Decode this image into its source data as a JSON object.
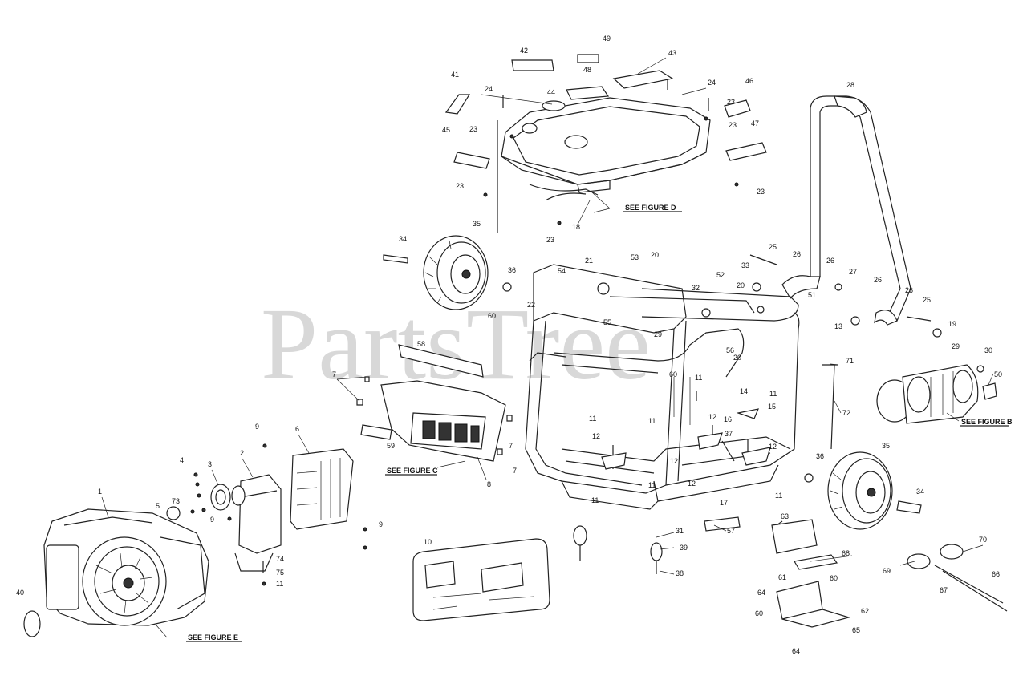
{
  "watermark": "PartsTree",
  "references": {
    "fig_b": "SEE FIGURE B",
    "fig_c": "SEE FIGURE C",
    "fig_d": "SEE FIGURE D",
    "fig_e": "SEE FIGURE E"
  },
  "callouts": [
    "1",
    "2",
    "3",
    "4",
    "5",
    "6",
    "7",
    "7",
    "7",
    "8",
    "9",
    "9",
    "9",
    "10",
    "11",
    "11",
    "11",
    "11",
    "11",
    "11",
    "11",
    "11",
    "12",
    "12",
    "12",
    "12",
    "12",
    "13",
    "14",
    "15",
    "16",
    "17",
    "18",
    "19",
    "20",
    "20",
    "20",
    "21",
    "22",
    "23",
    "23",
    "23",
    "23",
    "23",
    "23",
    "24",
    "24",
    "25",
    "25",
    "26",
    "26",
    "26",
    "26",
    "27",
    "28",
    "29",
    "29",
    "30",
    "31",
    "32",
    "33",
    "34",
    "34",
    "35",
    "35",
    "36",
    "36",
    "37",
    "38",
    "39",
    "40",
    "41",
    "42",
    "43",
    "44",
    "45",
    "46",
    "47",
    "48",
    "49",
    "50",
    "51",
    "52",
    "53",
    "54",
    "55",
    "56",
    "57",
    "58",
    "59",
    "60",
    "60",
    "60",
    "60",
    "61",
    "62",
    "63",
    "64",
    "64",
    "65",
    "66",
    "67",
    "68",
    "69",
    "70",
    "71",
    "72",
    "73",
    "74",
    "75"
  ]
}
